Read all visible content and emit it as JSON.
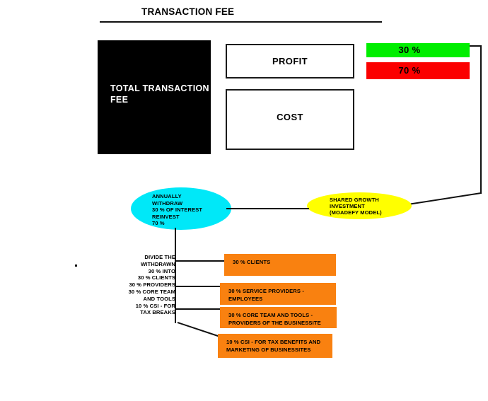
{
  "title": "TRANSACTION FEE",
  "accents": {
    "black": "#000000",
    "green": "#00ee00",
    "red": "#fb0000",
    "cyan": "#00e8f8",
    "yellow": "#ffff00",
    "orange": "#f98110",
    "line": "#111111"
  },
  "boxes": {
    "total_fee": "TOTAL\nTRANSACTION\nFEE",
    "profit": "PROFIT",
    "cost": "COST"
  },
  "percent_bars": [
    {
      "label": "30 %",
      "color": "#00ee00"
    },
    {
      "label": "70 %",
      "color": "#fb0000"
    }
  ],
  "ellipses": {
    "annual": "ANNUALLY\nWITHDRAW\n30 % OF INTEREST\nREINVEST\n70 %",
    "shared": "SHARED GROWTH\nINVESTMENT\n(MOADEFY MODEL)"
  },
  "divide_block": "DIVIDE THE\nWITHDRAWN\n30 % INTO\n30 % CLIENTS\n30 % PROVIDERS\n30 % CORE TEAM\nAND TOOLS\n10 % CSI - FOR\nTAX BREAKS",
  "allocations": [
    {
      "label": "30 % CLIENTS"
    },
    {
      "label": "30 % SERVICE PROVIDERS -\nEMPLOYEES"
    },
    {
      "label": "30 % CORE TEAM AND TOOLS -\nPROVIDERS OF THE BUSINESSITE"
    },
    {
      "label": "10 % CSI - FOR TAX BENEFITS AND\nMARKETING OF BUSINESSITES"
    }
  ]
}
